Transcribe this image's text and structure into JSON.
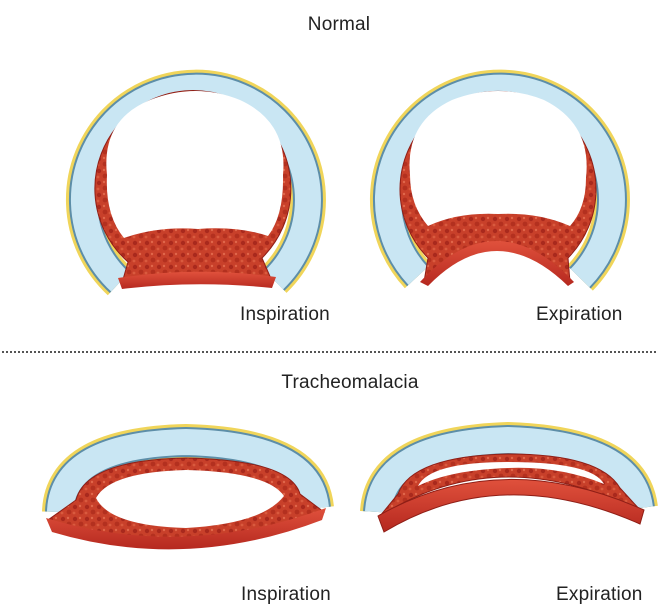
{
  "sections": {
    "normal": {
      "title": "Normal",
      "left_label": "Inspiration",
      "right_label": "Expiration"
    },
    "tracheomalacia": {
      "title": "Tracheomalacia",
      "left_label": "Inspiration",
      "right_label": "Expiration"
    }
  },
  "colors": {
    "adventitia": "#f0d55a",
    "cartilage": "#c9e6f3",
    "cartilage_edge": "#5d8ea8",
    "mucosa": "#c8402a",
    "mucosa_dark": "#8f1e16",
    "posterior_membrane": "#d23a2c",
    "divider": "#555555"
  }
}
